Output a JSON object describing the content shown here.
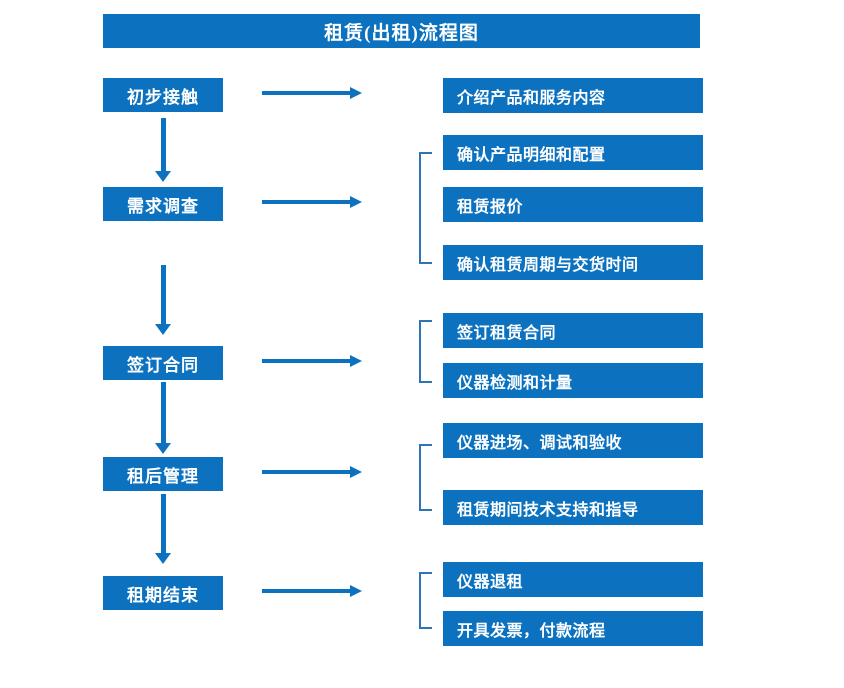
{
  "title": "租赁(出租)流程图",
  "theme": {
    "box_fill": "#0C72BF",
    "box_text": "#FFFFFF",
    "arrow": "#0C72BF",
    "bracket": "#2E75B6",
    "background": "#FFFFFF"
  },
  "chart_data": {
    "type": "flowchart",
    "title": "租赁(出租)流程图",
    "orientation": "vertical-stages-with-horizontal-details",
    "stages": [
      {
        "id": "stage-1",
        "label": "初步接触",
        "details": [
          "介绍产品和服务内容"
        ],
        "grouped": false
      },
      {
        "id": "stage-2",
        "label": "需求调查",
        "details": [
          "确认产品明细和配置",
          "租赁报价",
          "确认租赁周期与交货时间"
        ],
        "grouped": true
      },
      {
        "id": "stage-3",
        "label": "签订合同",
        "details": [
          "签订租赁合同",
          "仪器检测和计量"
        ],
        "grouped": true
      },
      {
        "id": "stage-4",
        "label": "租后管理",
        "details": [
          "仪器进场、调试和验收",
          "租赁期间技术支持和指导"
        ],
        "grouped": true
      },
      {
        "id": "stage-5",
        "label": "租期结束",
        "details": [
          "仪器退租",
          "开具发票，付款流程"
        ],
        "grouped": true
      }
    ]
  },
  "stages": {
    "s1": "初步接触",
    "s2": "需求调查",
    "s3": "签订合同",
    "s4": "租后管理",
    "s5": "租期结束"
  },
  "details": {
    "d1": "介绍产品和服务内容",
    "d2": "确认产品明细和配置",
    "d3": "租赁报价",
    "d4": "确认租赁周期与交货时间",
    "d5": "签订租赁合同",
    "d6": "仪器检测和计量",
    "d7": "仪器进场、调试和验收",
    "d8": "租赁期间技术支持和指导",
    "d9": "仪器退租",
    "d10": "开具发票，付款流程"
  }
}
